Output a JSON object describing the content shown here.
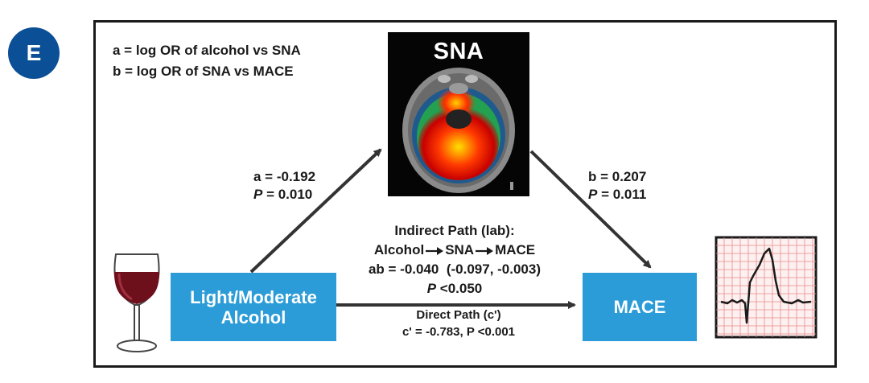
{
  "panel_label": "E",
  "legend": {
    "line_a": "a = log OR of alcohol vs SNA",
    "line_b": "b = log OR of SNA vs MACE"
  },
  "nodes": {
    "sna_title": "SNA",
    "alcohol_line1": "Light/Moderate",
    "alcohol_line2": "Alcohol",
    "mace": "MACE"
  },
  "path_a": {
    "coef": "a = -0.192",
    "p_symbol": "P",
    "p_rest": " = 0.010"
  },
  "path_b": {
    "coef": "b = 0.207",
    "p_symbol": "P",
    "p_rest": " = 0.011"
  },
  "indirect": {
    "title": "Indirect Path (lab):",
    "chain_1": "Alcohol",
    "chain_2": "SNA",
    "chain_3": "MACE",
    "estimate": "ab = -0.040  (-0.097, -0.003)",
    "p_symbol": "P",
    "p_rest": " <0.050"
  },
  "direct": {
    "title": "Direct Path (c')",
    "value": "c' = -0.783, P <0.001"
  },
  "colors": {
    "node_box": "#2b9cd8",
    "badge": "#0b4f96",
    "arrow": "#333333",
    "wine": "#6e0f1c",
    "ecg_grid": "#e98a8a"
  },
  "icons": [
    "wine-glass-icon",
    "brain-scan-image",
    "ecg-trace-icon"
  ]
}
